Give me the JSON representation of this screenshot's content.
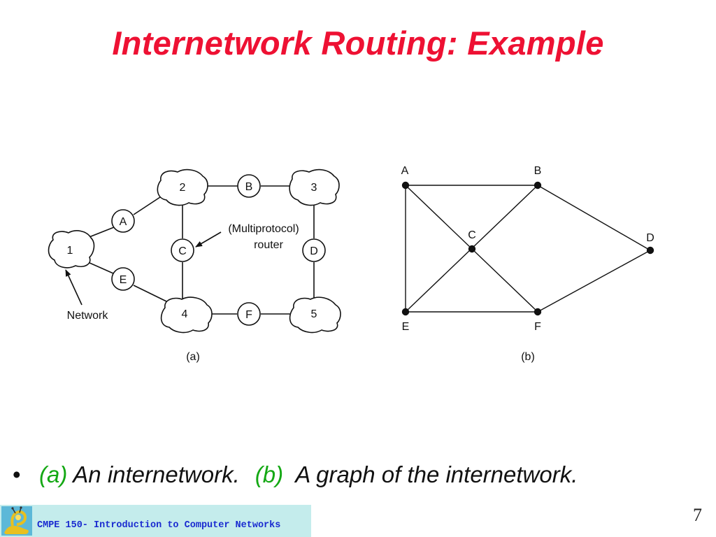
{
  "slide": {
    "title": "Internetwork Routing: Example",
    "page_number": "7"
  },
  "figure_a": {
    "networks": [
      "1",
      "2",
      "3",
      "4",
      "5"
    ],
    "routers": [
      "A",
      "B",
      "C",
      "D",
      "E",
      "F"
    ],
    "annotation_router_line1": "(Multiprotocol)",
    "annotation_router_line2": "router",
    "annotation_network": "Network",
    "caption": "(a)"
  },
  "figure_b": {
    "nodes": [
      "A",
      "B",
      "C",
      "D",
      "E",
      "F"
    ],
    "caption": "(b)"
  },
  "bullet": {
    "symbol": "•",
    "part_a_label": "(a)",
    "part_a_text": "An internetwork.",
    "part_b_label": "(b)",
    "part_b_text": "A graph of the internetwork."
  },
  "footer": {
    "course_text": "CMPE 150- Introduction to Computer Networks"
  },
  "colors": {
    "title": "#ee1133",
    "bullet_label": "#14a814",
    "footer_text": "#1a2bd0",
    "footer_bar": "#c4ecec"
  }
}
